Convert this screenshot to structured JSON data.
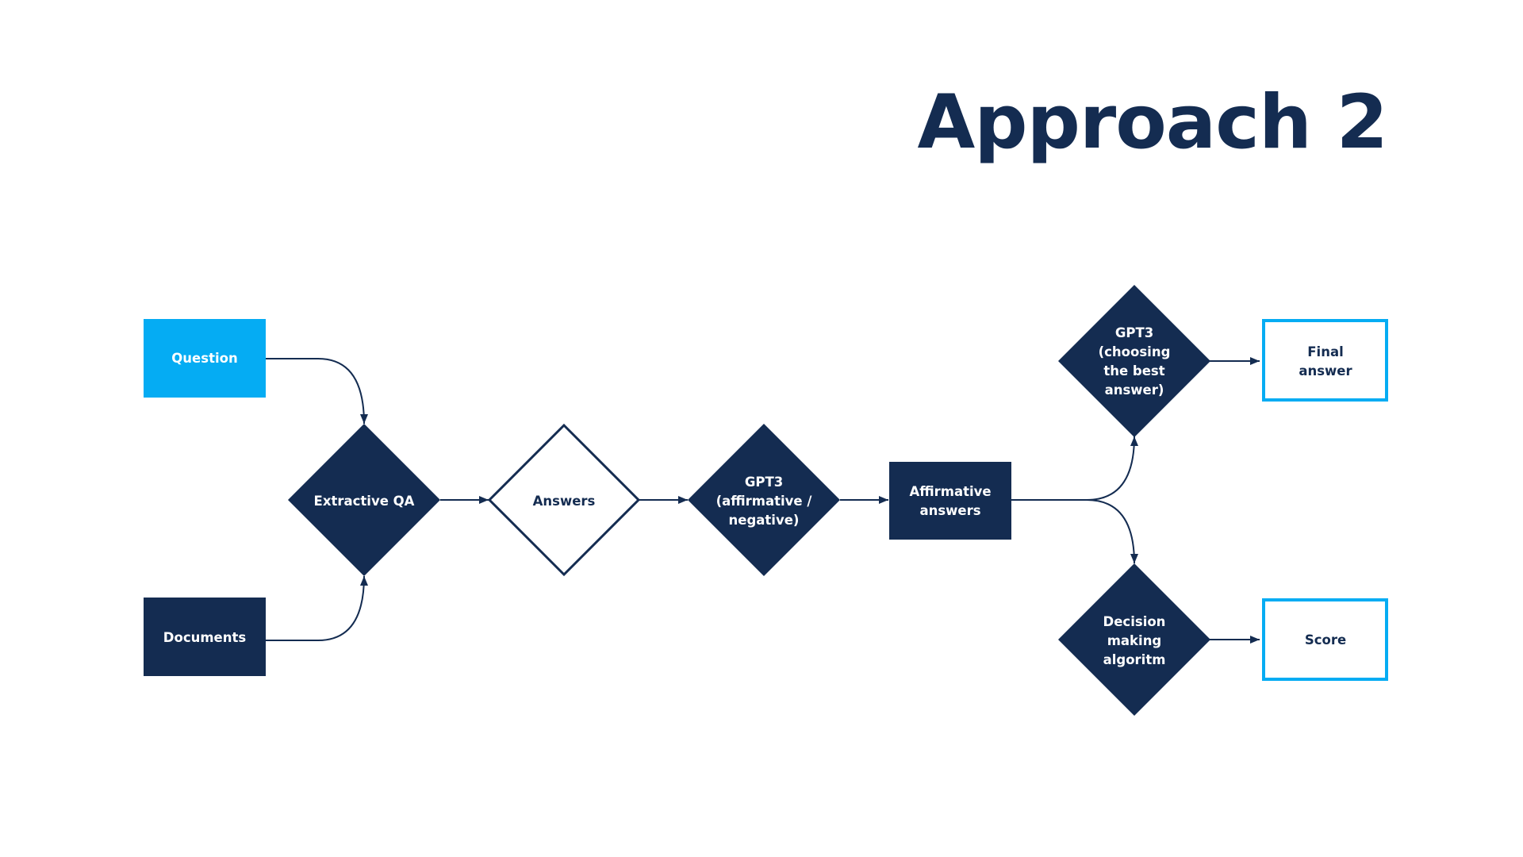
{
  "title": "Approach 2",
  "colors": {
    "navy": "#142c51",
    "cyan": "#05acf3",
    "white": "#ffffff",
    "background": "#ffffff"
  },
  "nodes": {
    "question": {
      "lines": [
        "Question"
      ]
    },
    "documents": {
      "lines": [
        "Documents"
      ]
    },
    "extractive_qa": {
      "lines": [
        "Extractive QA"
      ]
    },
    "answers": {
      "lines": [
        "Answers"
      ]
    },
    "gpt3_affirmative": {
      "lines": [
        "GPT3",
        "(affirmative /",
        "negative)"
      ]
    },
    "affirmative_answers": {
      "lines": [
        "Affirmative",
        "answers"
      ]
    },
    "gpt3_choosing": {
      "lines": [
        "GPT3",
        "(choosing",
        "the best",
        "answer)"
      ]
    },
    "decision_making": {
      "lines": [
        "Decision",
        "making",
        "algoritm"
      ]
    },
    "final_answer": {
      "lines": [
        "Final",
        "answer"
      ]
    },
    "score": {
      "lines": [
        "Score"
      ]
    }
  }
}
